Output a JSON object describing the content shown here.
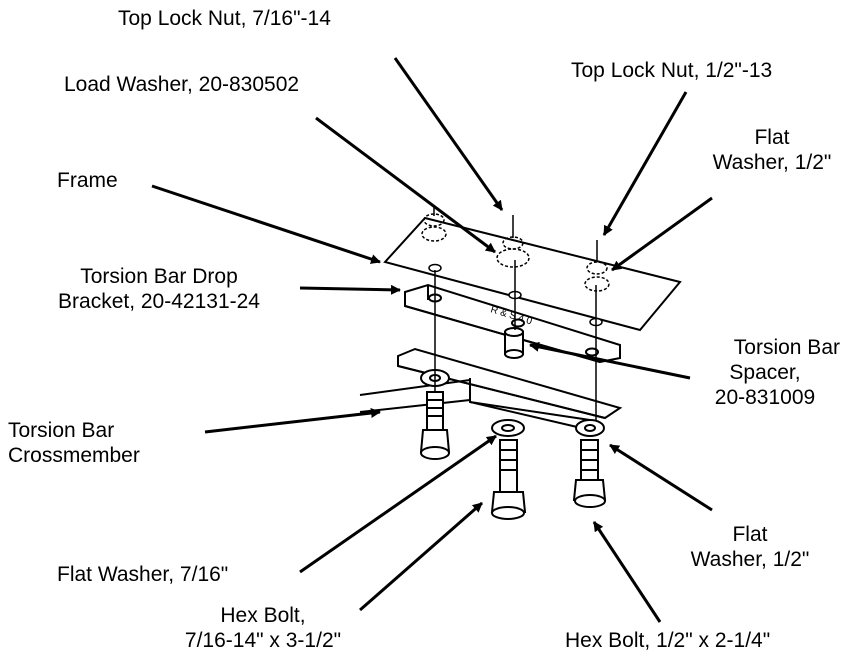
{
  "labels": {
    "top_lock_nut_7_16": "Top Lock Nut, 7/16\"-14",
    "load_washer": "Load Washer, 20-830502",
    "top_lock_nut_1_2": "Top Lock Nut, 1/2\"-13",
    "flat_washer_top_right": [
      "Flat",
      "Washer, 1/2\""
    ],
    "frame": "Frame",
    "drop_bracket": [
      "Torsion Bar Drop",
      "Bracket, 20-42131-24"
    ],
    "torsion_bar_spacer": [
      "Torsion Bar",
      "Spacer,",
      "20-831009"
    ],
    "torsion_bar_crossmember": [
      "Torsion Bar",
      "Crossmember"
    ],
    "flat_washer_7_16": "Flat Washer, 7/16\"",
    "flat_washer_bottom_right": [
      "Flat",
      "Washer, 1/2\""
    ],
    "hex_bolt_7_16": [
      "Hex Bolt,",
      "7/16-14\" x 3-1/2\""
    ],
    "hex_bolt_1_2": "Hex Bolt, 1/2\" x 2-1/4\""
  }
}
